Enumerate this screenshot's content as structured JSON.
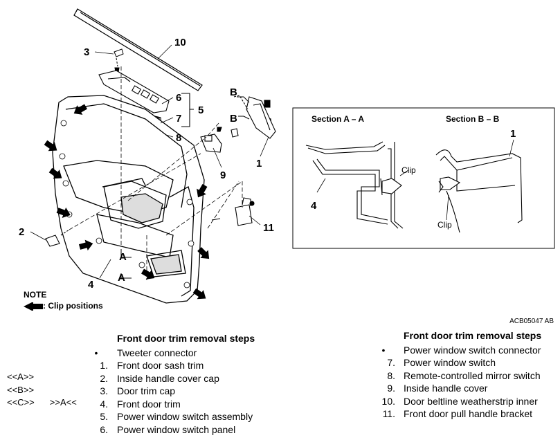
{
  "diagram": {
    "callouts": [
      "10",
      "3",
      "6",
      "7",
      "8",
      "5",
      "B",
      "B",
      "1",
      "9",
      "2",
      "4",
      "11",
      "A",
      "A"
    ],
    "section_a": {
      "title": "Section A – A",
      "clip_label": "Clip",
      "part_label": "4"
    },
    "section_b": {
      "title": "Section B – B",
      "clip_label": "Clip",
      "part_label": "1"
    },
    "note_title": "NOTE",
    "note_text": ": Clip positions",
    "figure_code": "ACB05047 AB"
  },
  "left_steps": {
    "heading": "Front door trim removal steps",
    "items": [
      {
        "num": "•",
        "text": "Tweeter connector"
      },
      {
        "num": "1.",
        "text": "Front door sash trim"
      },
      {
        "num": "2.",
        "text": "Inside handle cover cap"
      },
      {
        "num": "3.",
        "text": "Door trim cap"
      },
      {
        "num": "4.",
        "text": "Front door trim"
      },
      {
        "num": "5.",
        "text": "Power window switch assembly"
      },
      {
        "num": "6.",
        "text": "Power window switch panel"
      }
    ]
  },
  "procedures": [
    "<<A>>",
    "<<B>>",
    "<<C>>",
    ">>A<<"
  ],
  "right_steps": {
    "heading": "Front door trim removal steps",
    "items": [
      {
        "num": "•",
        "text": "Power window switch connector"
      },
      {
        "num": "7.",
        "text": "Power window switch"
      },
      {
        "num": "8.",
        "text": "Remote-controlled mirror switch"
      },
      {
        "num": "9.",
        "text": "Inside handle cover"
      },
      {
        "num": "10.",
        "text": "Door beltline weatherstrip inner"
      },
      {
        "num": "11.",
        "text": "Front door pull handle bracket"
      }
    ]
  }
}
